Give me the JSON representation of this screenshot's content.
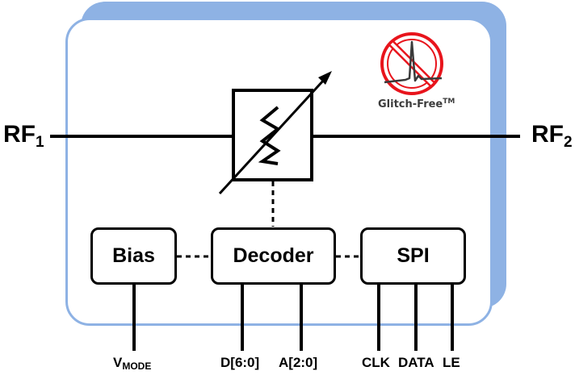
{
  "diagram": {
    "title": "Digital step attenuator block diagram",
    "ports": {
      "rf_in": {
        "main": "RF",
        "sub": "1"
      },
      "rf_out": {
        "main": "RF",
        "sub": "2"
      }
    },
    "blocks": {
      "bias": "Bias",
      "decoder": "Decoder",
      "spi": "SPI"
    },
    "pins": {
      "vmode": {
        "main": "V",
        "sub": "MODE"
      },
      "d_bus": "D[6:0]",
      "a_bus": "A[2:0]",
      "clk": "CLK",
      "data": "DATA",
      "le": "LE"
    },
    "badge": {
      "text": "Glitch-Free",
      "trademark": "TM"
    },
    "colors": {
      "card_accent": "#8eb2e4",
      "badge_red": "#e8141c",
      "line": "#000000"
    }
  }
}
